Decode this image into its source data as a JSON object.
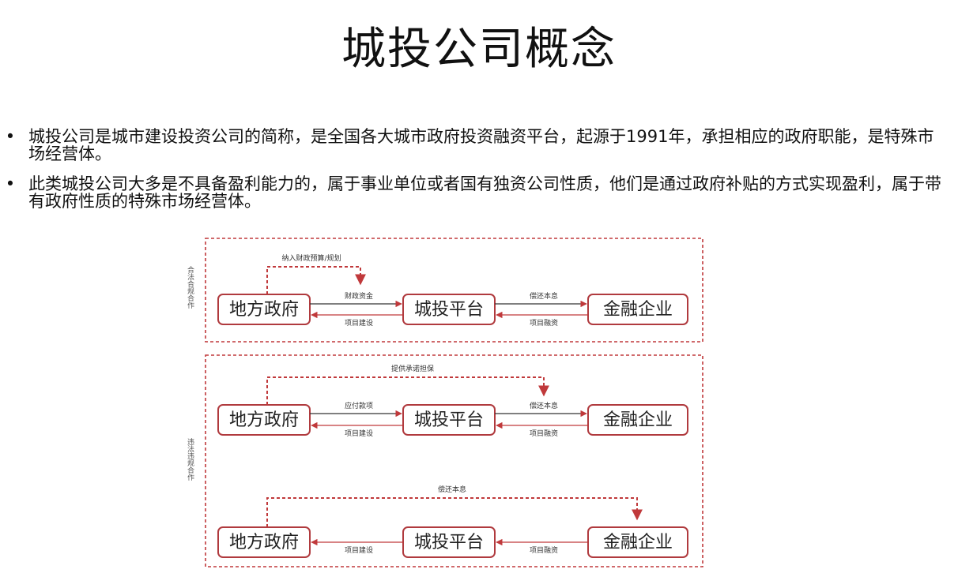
{
  "slide": {
    "title": "城投公司概念",
    "bullets": [
      {
        "marker": "•",
        "text": "城投公司是城市建设投资公司的简称，是全国各大城市政府投资融资平台，起源于1991年，承担相应的政府职能，是特殊市场经营体。"
      },
      {
        "marker": "•",
        "text": "此类城投公司大多是不具备盈利能力的，属于事业单位或者国有独资公司性质，他们是通过政府补贴的方式实现盈利，属于带有政府性质的特殊市场经营体。"
      }
    ]
  },
  "diagram": {
    "colors": {
      "accent": "#c0393b",
      "box_border": "#b03a3e",
      "text": "#222222"
    },
    "top_panel": {
      "side_label": "合法合规合作",
      "nodes": {
        "gov": "地方政府",
        "platform": "城投平台",
        "finance": "金融企业"
      },
      "arrows": {
        "dashed_top": "纳入财政预算/规划",
        "gov_to_platform": "财政资金",
        "platform_to_gov": "项目建设",
        "finance_to_platform": "偿还本息",
        "platform_to_finance": "项目融资"
      }
    },
    "bottom_panel": {
      "side_label": "违法违规合作",
      "row1": {
        "nodes": {
          "gov": "地方政府",
          "platform": "城投平台",
          "finance": "金融企业"
        },
        "arrows": {
          "dashed_top": "提供承诺担保",
          "gov_to_platform": "应付款项",
          "platform_to_gov": "项目建设",
          "finance_to_platform": "偿还本息",
          "platform_to_finance": "项目融资"
        }
      },
      "row2": {
        "nodes": {
          "gov": "地方政府",
          "platform": "城投平台",
          "finance": "金融企业"
        },
        "arrows": {
          "dashed_top": "偿还本息",
          "platform_to_gov": "项目建设",
          "finance_to_platform": "项目融资"
        }
      }
    }
  }
}
